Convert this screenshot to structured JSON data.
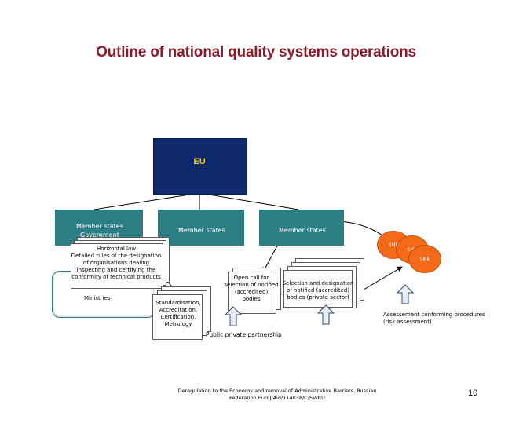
{
  "slide": {
    "title": "Outline of national quality systems operations",
    "page_number": "10"
  },
  "eu": {
    "label": "EU"
  },
  "member_states": {
    "government": [
      "Member states",
      "Government"
    ],
    "middle": "Member states",
    "right": "Member states"
  },
  "horizontal_law": {
    "heading": "Horizontal law",
    "lines": [
      "Detailed rules of the designation",
      "of organisations dealing",
      "inspecting and certifying the",
      "conformity of technical products"
    ]
  },
  "ministries": {
    "label": "Ministries"
  },
  "standardisation": {
    "lines": [
      "Standardisation,",
      "Accreditation,",
      "Certification,",
      "Metrology"
    ]
  },
  "open_call": {
    "lines": [
      "Open call for",
      "selection of notified",
      "(accredited)",
      "bodies"
    ]
  },
  "selection": {
    "lines": [
      "Selection and designation",
      "of notified (accredited)",
      "bodies (private sector)"
    ]
  },
  "sme": {
    "labels": [
      "SME",
      "SME",
      "SME"
    ]
  },
  "assessment": {
    "lines": [
      "Assessement conforming procedures",
      "(risk assessment)"
    ]
  },
  "ppp": {
    "label": "Public private partnership"
  },
  "footer": {
    "lines": [
      "Deregulation to the Economy and removal of Administrative Barriers, Russian",
      "Federation.EuropAid/114038/C/SV/RU"
    ]
  },
  "colors": {
    "title": "#8b1a2b",
    "eu_box": "#0e2a6b",
    "eu_text": "#e8c800",
    "member_box": "#2d7d84",
    "sme": "#f46a18",
    "arrow_up": "#e8eef8"
  }
}
